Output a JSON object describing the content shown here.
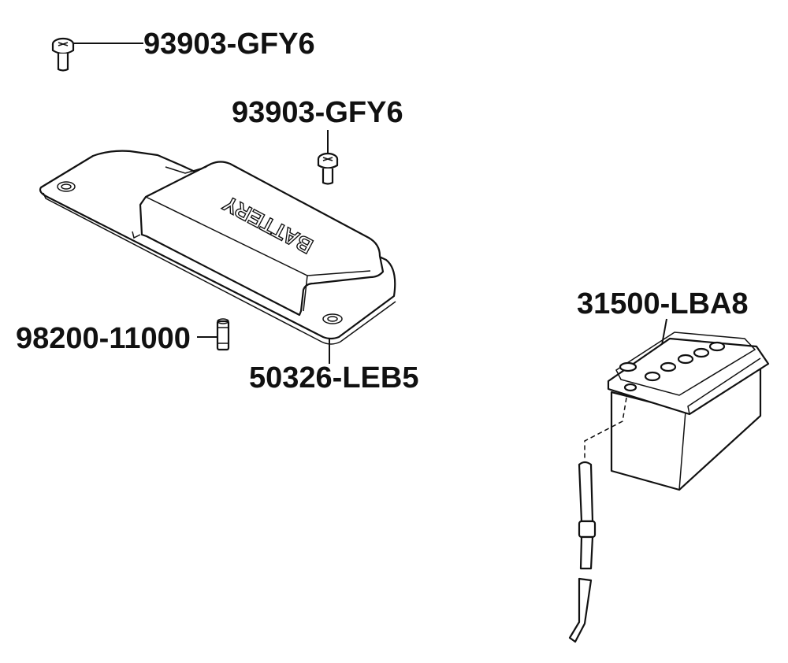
{
  "labels": {
    "screw_top": "93903-GFY6",
    "screw_mid": "93903-GFY6",
    "fuse": "98200-11000",
    "cover": "50326-LEB5",
    "battery": "31500-LBA8"
  },
  "cover_embossing": "BATTERY",
  "colors": {
    "ink": "#111111",
    "background": "#ffffff"
  }
}
